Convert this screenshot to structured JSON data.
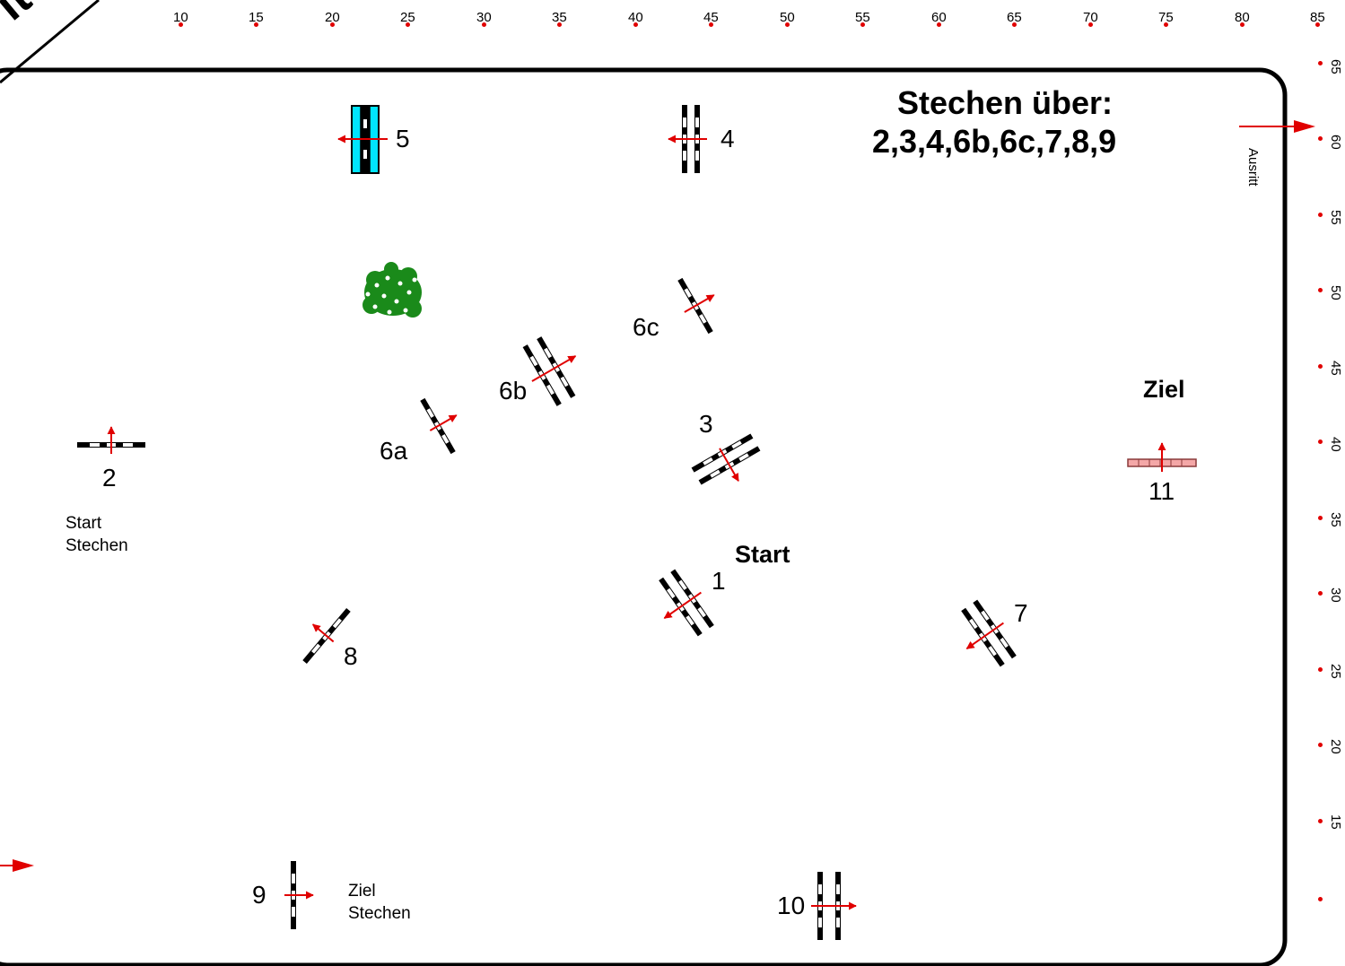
{
  "corner_text": "ite",
  "title": {
    "line1": "Stechen über:",
    "line2": "2,3,4,6b,6c,7,8,9"
  },
  "exit_label": "Ausritt",
  "labels": {
    "start": "Start",
    "ziel": "Ziel",
    "start_stechen": [
      "Start",
      "Stechen"
    ],
    "ziel_stechen": [
      "Ziel",
      "Stechen"
    ]
  },
  "obstacles": [
    {
      "id": "1",
      "label": "1"
    },
    {
      "id": "2",
      "label": "2"
    },
    {
      "id": "3",
      "label": "3"
    },
    {
      "id": "4",
      "label": "4"
    },
    {
      "id": "5",
      "label": "5"
    },
    {
      "id": "6a",
      "label": "6a"
    },
    {
      "id": "6b",
      "label": "6b"
    },
    {
      "id": "6c",
      "label": "6c"
    },
    {
      "id": "7",
      "label": "7"
    },
    {
      "id": "8",
      "label": "8"
    },
    {
      "id": "9",
      "label": "9"
    },
    {
      "id": "10",
      "label": "10"
    },
    {
      "id": "11",
      "label": "11"
    }
  ],
  "scale_top": [
    "10",
    "15",
    "20",
    "25",
    "30",
    "35",
    "40",
    "45",
    "50",
    "55",
    "60",
    "65",
    "70",
    "75",
    "80",
    "85"
  ],
  "scale_right": [
    "65",
    "60",
    "55",
    "50",
    "45",
    "40",
    "35",
    "30",
    "25",
    "20",
    "15"
  ],
  "colors": {
    "arrow": "#e00000",
    "water": "#00e5ff",
    "bush": "#1a8a1a",
    "finish": "#f4a7a7"
  }
}
